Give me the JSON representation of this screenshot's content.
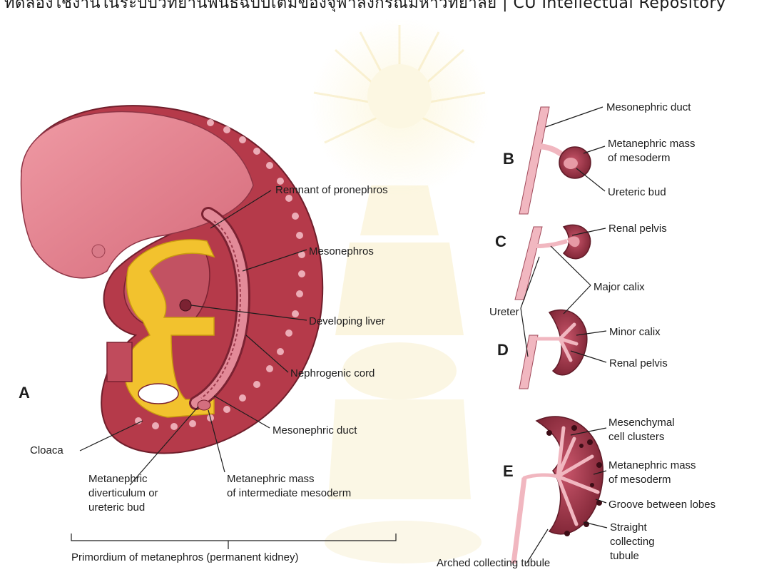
{
  "header": {
    "text": "ทดลองใช้งานในระบบวิทยานิพนธ์ฉบับเต็มของจุฬาลงกรณ์มหาวิทยาลัย | CU Intellectual Repository"
  },
  "watermark": {
    "name": "chulalongkorn-seal-watermark"
  },
  "panels": {
    "a": "A",
    "b": "B",
    "c": "C",
    "d": "D",
    "e": "E"
  },
  "labels": {
    "remnant_pronephros": "Remnant of pronephros",
    "mesonephros": "Mesonephros",
    "developing_liver": "Developing liver",
    "nephrogenic_cord": "Nephrogenic cord",
    "mesonephric_duct_a": "Mesonephric duct",
    "cloaca": "Cloaca",
    "metanephric_diverticulum_1": "Metanephric",
    "metanephric_diverticulum_2": "diverticulum or",
    "metanephric_diverticulum_3": "ureteric bud",
    "metanephric_mass_im_1": "Metanephric mass",
    "metanephric_mass_im_2": "of intermediate mesoderm",
    "primordium": "Primordium of metanephros (permanent kidney)",
    "mesonephric_duct_b": "Mesonephric duct",
    "metanephric_mass_b_1": "Metanephric mass",
    "metanephric_mass_b_2": "of mesoderm",
    "ureteric_bud_b": "Ureteric bud",
    "renal_pelvis_c": "Renal pelvis",
    "major_calix": "Major calix",
    "ureter": "Ureter",
    "minor_calix": "Minor calix",
    "renal_pelvis_d": "Renal pelvis",
    "mesenchymal_1": "Mesenchymal",
    "mesenchymal_2": "cell clusters",
    "metanephric_mass_e_1": "Metanephric mass",
    "metanephric_mass_e_2": "of mesoderm",
    "groove": "Groove between lobes",
    "straight_1": "Straight",
    "straight_2": "collecting",
    "straight_3": "tubule",
    "arched": "Arched collecting tubule"
  },
  "colors": {
    "embryo_body": "#b53a4a",
    "embryo_head": "#e38a96",
    "gut_yellow": "#f2c22e",
    "kidney_dark": "#7d2434",
    "kidney_pink": "#e79aa6",
    "duct_pink": "#f1b7c0",
    "watermark": "#f4e6a8"
  }
}
